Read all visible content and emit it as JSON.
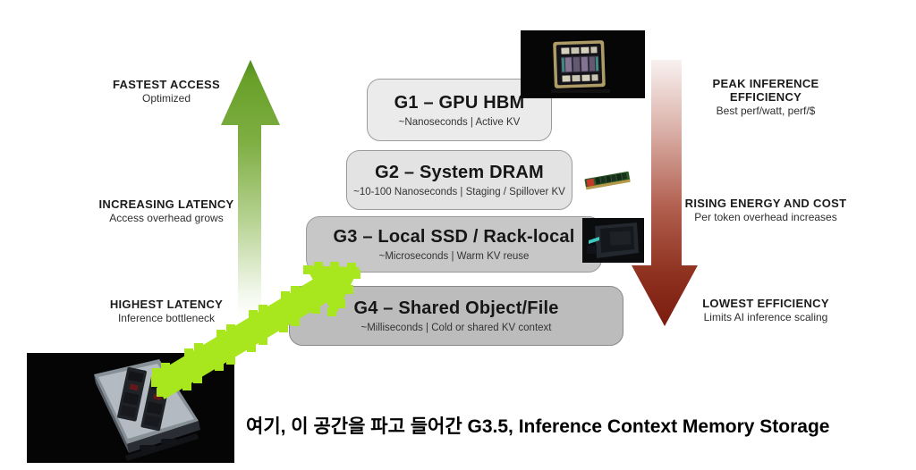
{
  "left_labels": [
    {
      "title": "FASTEST ACCESS",
      "subtitle": "Optimized"
    },
    {
      "title": "INCREASING LATENCY",
      "subtitle": "Access overhead grows"
    },
    {
      "title": "HIGHEST LATENCY",
      "subtitle": "Inference bottleneck"
    }
  ],
  "right_labels": [
    {
      "title": "PEAK INFERENCE EFFICIENCY",
      "subtitle": "Best perf/watt, perf/$"
    },
    {
      "title": "RISING ENERGY AND COST",
      "subtitle": "Per token overhead increases"
    },
    {
      "title": "LOWEST EFFICIENCY",
      "subtitle": "Limits AI inference scaling"
    }
  ],
  "tiers": [
    {
      "title": "G1 – GPU HBM",
      "subtitle": "~Nanoseconds | Active KV"
    },
    {
      "title": "G2 – System DRAM",
      "subtitle": "~10-100 Nanoseconds | Staging / Spillover KV"
    },
    {
      "title": "G3 – Local SSD / Rack-local",
      "subtitle": "~Microseconds | Warm KV reuse"
    },
    {
      "title": "G4 – Shared Object/File",
      "subtitle": "~Milliseconds | Cold or shared KV context"
    }
  ],
  "caption": "여기, 이 공간을 파고 들어간 G3.5, Inference Context Memory Storage",
  "images": {
    "gpu": "gpu-module-photo",
    "ram": "dram-dimm-photo",
    "ssd": "ssd-drive-photo",
    "storage_tray": "storage-tray-photo"
  },
  "colors": {
    "green_arrow_top": "#68a029",
    "green_arrow_bottom": "#ffffff",
    "red_arrow_top": "#f8f1f0",
    "red_arrow_bottom": "#7a1b0f",
    "pixel_arrow": "#a8e61d"
  }
}
